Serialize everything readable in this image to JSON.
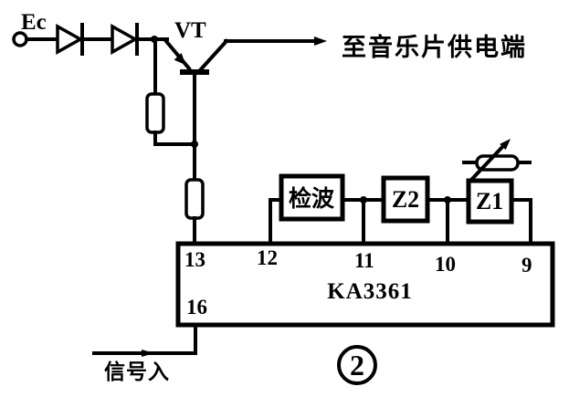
{
  "colors": {
    "ink": "#000000",
    "paper": "#ffffff"
  },
  "schematic": {
    "power_label": "Ec",
    "transistor_label": "VT",
    "output_label": "至音乐片供电端",
    "detector_label": "检波",
    "block_z2_label": "Z2",
    "block_z1_label": "Z1",
    "ic_label": "KA3361",
    "pins": {
      "p13": "13",
      "p12": "12",
      "p11": "11",
      "p10": "10",
      "p9": "9",
      "p16": "16"
    },
    "signal_input_label": "信号入",
    "figure_number": "2",
    "icons": [
      "power-terminal-icon",
      "diode-icon",
      "diode-icon",
      "pnp-transistor-icon",
      "resistor-icon",
      "resistor-icon",
      "variable-resistor-icon",
      "arrow-right-icon",
      "junction-dot-icon"
    ]
  }
}
